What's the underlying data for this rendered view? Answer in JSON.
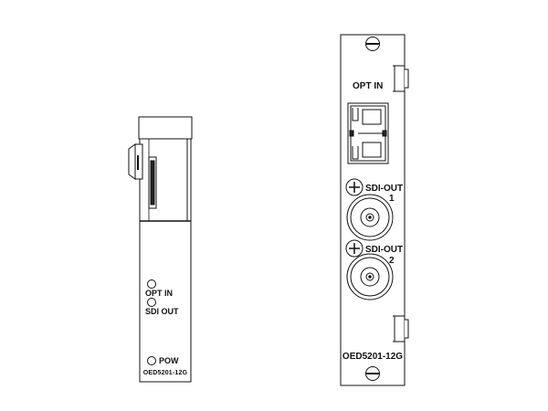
{
  "side_panel": {
    "led_opt_in_label": "OPT IN",
    "led_sdi_out_label": "SDI OUT",
    "led_power_label": "POW",
    "bottom_model_label": "OED5201-12G"
  },
  "front_panel": {
    "opt_in_label": "OPT IN",
    "sdi_out_1_label": "SDI-OUT",
    "sdi_out_1_number": "1",
    "sdi_out_2_label": "SDI-OUT",
    "sdi_out_2_number": "2",
    "model_label": "OED5201-12G"
  }
}
